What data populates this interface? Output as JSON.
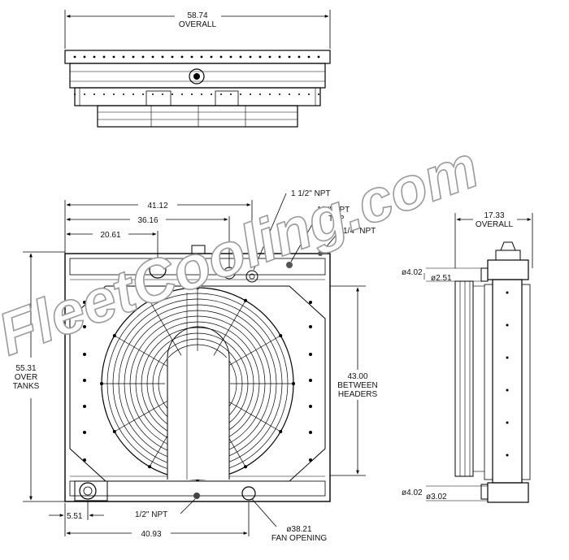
{
  "top_view": {
    "overall_width": "58.74",
    "overall_label": "OVERALL"
  },
  "front_view": {
    "dim_41_12": "41.12",
    "dim_36_16": "36.16",
    "dim_20_61": "20.61",
    "over_tanks_value": "55.31",
    "over_tanks_line1": "OVER",
    "over_tanks_line2": "TANKS",
    "between_value": "43.00",
    "between_line1": "BETWEEN",
    "between_line2": "HEADERS",
    "dim_5_51": "5.51",
    "dim_40_93": "40.93",
    "npt_top": "1 1/2\" NPT",
    "npt_half_typ_1": "1/2\" NPT",
    "npt_half_typ_2": "TYP",
    "npt_quarter": "1/4\" NPT",
    "npt_bottom": "1/2\" NPT",
    "fan_opening_value": "ø38.21",
    "fan_opening_label": "FAN OPENING"
  },
  "side_view": {
    "overall_depth": "17.33",
    "overall_label": "OVERALL",
    "top_dia_1": "ø4.02",
    "top_dia_2": "ø2.51",
    "bottom_dia_1": "ø4.02",
    "bottom_dia_2": "ø3.02"
  },
  "watermark": {
    "text": "FleetCooling.com"
  }
}
